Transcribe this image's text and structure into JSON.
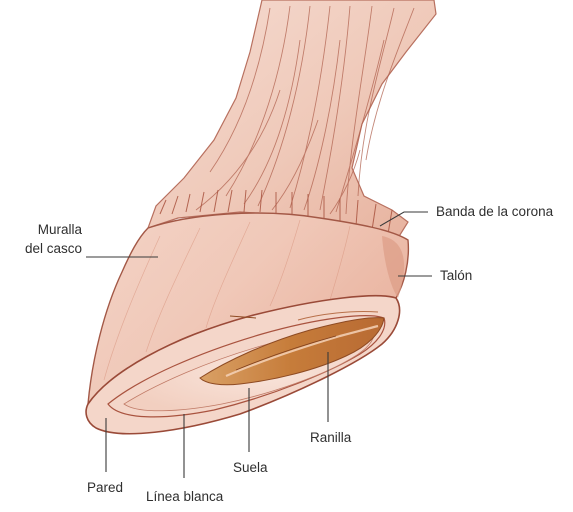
{
  "labels": {
    "muralla_line1": "Muralla",
    "muralla_line2": "del casco",
    "banda": "Banda de la corona",
    "talon": "Talón",
    "ranilla": "Ranilla",
    "suela": "Suela",
    "pared": "Pared",
    "linea_blanca": "Línea blanca"
  },
  "colors": {
    "background": "#ffffff",
    "hoof_wall": "#f1cdbf",
    "hoof_wall_shade": "#e6ad98",
    "sole": "#f7ddd1",
    "frog": "#c9823f",
    "outline": "#9a4a38",
    "hair": "#b0614e",
    "leader_line": "#3a3a3a",
    "label_text": "#2f2f2f"
  }
}
